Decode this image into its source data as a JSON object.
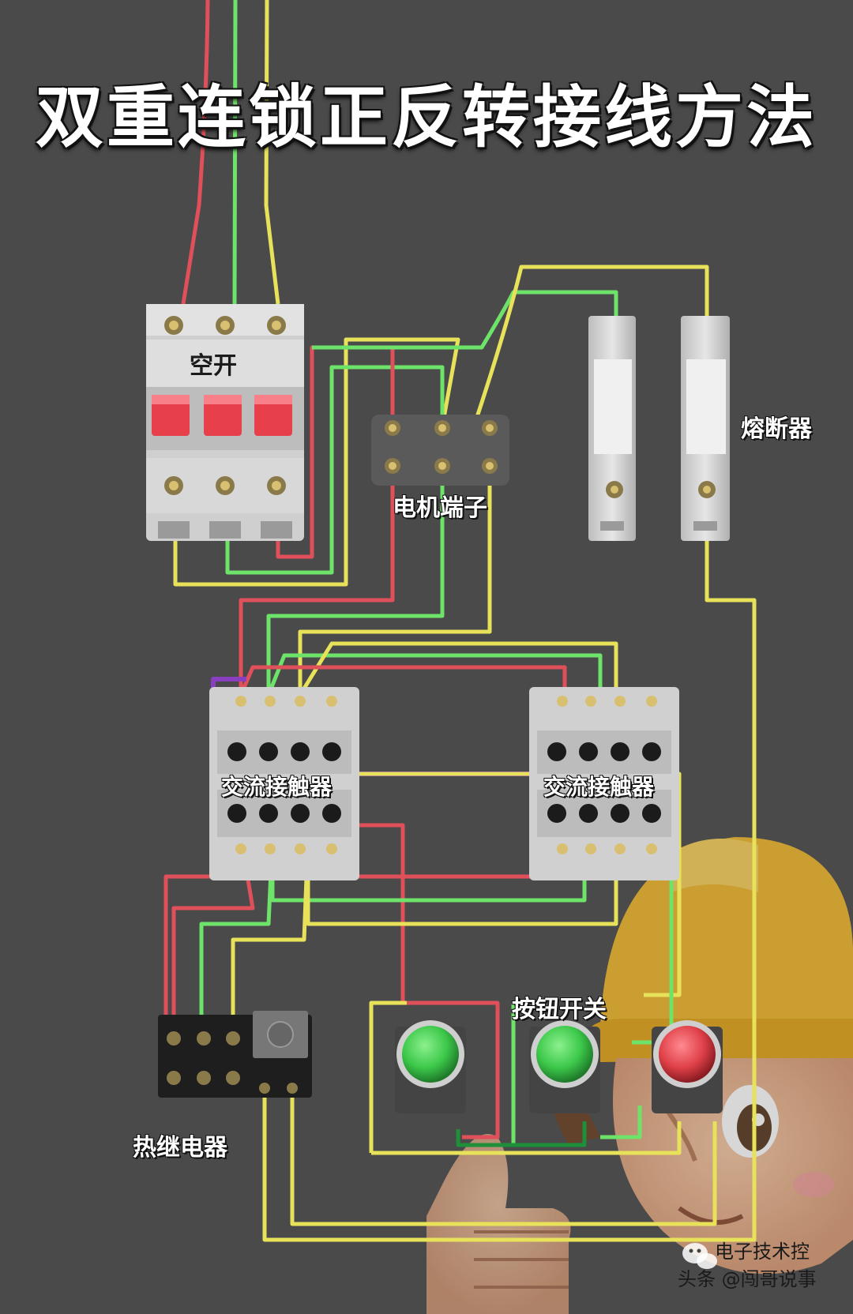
{
  "title": "双重连锁正反转接线方法",
  "labels": {
    "breaker": "空开",
    "fuse": "熔断器",
    "motor_terminal": "电机端子",
    "contactor_left": "交流接触器",
    "contactor_right": "交流接触器",
    "button_switch": "按钮开关",
    "thermal_relay": "热继电器"
  },
  "watermark": {
    "line1": "电子技术控",
    "line2": "头条 @闯哥说事"
  },
  "colors": {
    "background": "#4a4a4a",
    "wire_red": "#e0505a",
    "wire_green": "#6ee36a",
    "wire_yellow": "#e8e25a",
    "wire_purple": "#8a3fc0",
    "button_green": "#3cc84a",
    "button_red": "#e04048",
    "breaker_handle": "#e8404a"
  },
  "icons": [
    "wechat-icon",
    "thumbs-up-icon",
    "worker-helmet-illustration"
  ]
}
